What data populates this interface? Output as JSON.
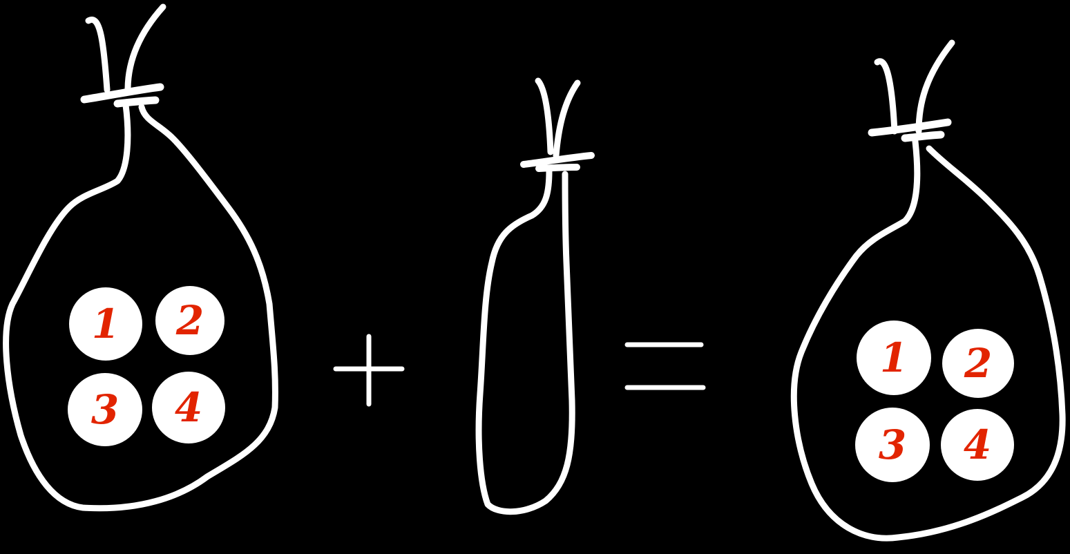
{
  "diagram": {
    "description": "Bag containing four balls plus an empty bag equals a bag containing four balls",
    "colors": {
      "background": "#000000",
      "stroke": "#ffffff",
      "ball_fill": "#ffffff",
      "ball_number": "#e22400"
    },
    "left_bag": {
      "balls": [
        {
          "label": "1"
        },
        {
          "label": "2"
        },
        {
          "label": "3"
        },
        {
          "label": "4"
        }
      ]
    },
    "plus_operator": "plus",
    "middle_bag": {
      "balls": []
    },
    "equals_operator": "equals",
    "right_bag": {
      "balls": [
        {
          "label": "1"
        },
        {
          "label": "2"
        },
        {
          "label": "3"
        },
        {
          "label": "4"
        }
      ]
    }
  }
}
